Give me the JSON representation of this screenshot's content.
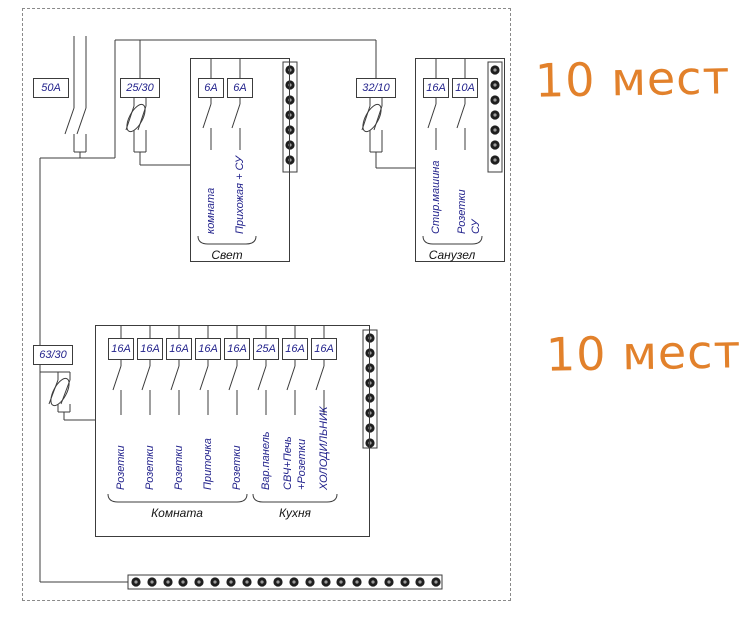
{
  "annotations": {
    "top": "10 мест",
    "bottom": "10 мест"
  },
  "supply": {
    "main_breaker_rating": "50A"
  },
  "top": {
    "rcd_light": "25/30",
    "light": {
      "title": "Свет",
      "breakers": [
        {
          "rating": "6A",
          "label": "комната"
        },
        {
          "rating": "6A",
          "label": "Прихожая + СУ"
        }
      ]
    },
    "rcd_bath": "32/10",
    "bath": {
      "title": "Санузел",
      "breakers": [
        {
          "rating": "16A",
          "label": "Стир.машина"
        },
        {
          "rating": "10A",
          "label": "Розетки",
          "label2": "СУ"
        }
      ]
    }
  },
  "bottom": {
    "rcd": "63/30",
    "breakers": [
      {
        "rating": "16A",
        "label": "Розетки"
      },
      {
        "rating": "16A",
        "label": "Розетки"
      },
      {
        "rating": "16A",
        "label": "Розетки"
      },
      {
        "rating": "16A",
        "label": "Приточка"
      },
      {
        "rating": "16A",
        "label": "Розетки"
      },
      {
        "rating": "25A",
        "label": "Вар.панель"
      },
      {
        "rating": "16A",
        "label": "СВЧ+Печь",
        "label2": "+Розетки"
      },
      {
        "rating": "16A",
        "label": "ХОЛОДИЛЬНИК"
      }
    ],
    "groups": [
      {
        "title": "Комната"
      },
      {
        "title": "Кухня"
      }
    ]
  }
}
